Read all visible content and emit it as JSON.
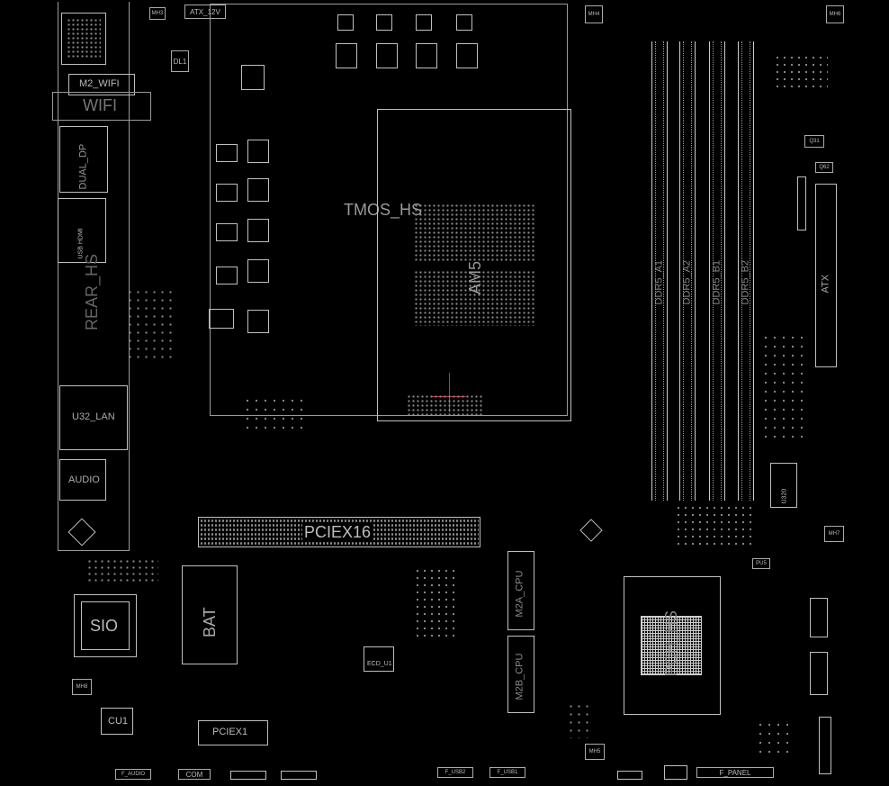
{
  "labels": {
    "atx_12v": "ATX_12V",
    "mh_top_left": "MH3",
    "mh_top_right1": "MH4",
    "mh_top_right2": "MH6",
    "dl1": "DL1",
    "m2_wifi": "M2_WIFI",
    "wifi": "WIFI",
    "dual_dp": "DUAL_DP",
    "usb_hdmi": "USB HDMI",
    "rear_hs": "REAR_HS",
    "tmos_hs": "TMOS_HS",
    "am5": "AM5",
    "ddr5_a1": "DDR5_A1",
    "ddr5_a2": "DDR5_A2",
    "ddr5_b1": "DDR5_B1",
    "ddr5_b2": "DDR5_B2",
    "atx": "ATX",
    "q31": "Q31",
    "q62": "Q62",
    "u32_lan": "U32_LAN",
    "audio": "AUDIO",
    "pciex16": "PCIEX16",
    "bat": "BAT",
    "sio": "SIO",
    "m2a_cpu": "M2A_CPU",
    "m2b_cpu": "M2B_CPU",
    "pch_hs": "PCH_HS",
    "u320": "U320",
    "cu1": "CU1",
    "pciex1": "PCIEX1",
    "f_audio": "F_AUDIO",
    "com": "COM",
    "f_usb2": "F_USB2",
    "f_usb1": "F_USB1",
    "f_panel": "F_PANEL",
    "mh7": "MH7",
    "mh8": "MH8",
    "mh5": "MH5",
    "pu5": "PU5",
    "ec_u1": "ECD_U1"
  }
}
